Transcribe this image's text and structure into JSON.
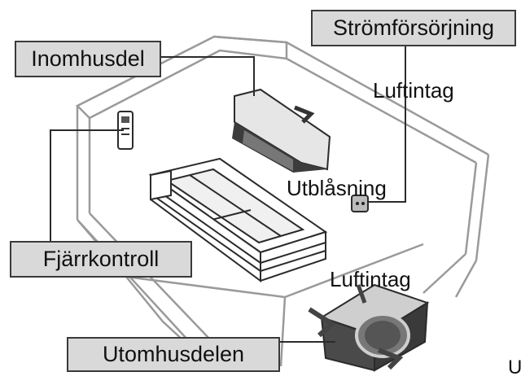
{
  "labels": {
    "indoor_unit": "Inomhusdel",
    "power_supply": "Strömförsörjning",
    "air_intake_top": "Luftintag",
    "air_outlet": "Utblåsning",
    "remote_control": "Fjärrkontroll",
    "air_intake_bottom": "Luftintag",
    "outdoor_unit": "Utomhusdelen",
    "edge_fragment": "U"
  },
  "colors": {
    "callout_fill": "#d9d9d9",
    "line": "#2b2b2b",
    "room_outline": "#9a9a9a",
    "unit_dark": "#3c3c3c",
    "unit_light": "#e6e6e6"
  }
}
